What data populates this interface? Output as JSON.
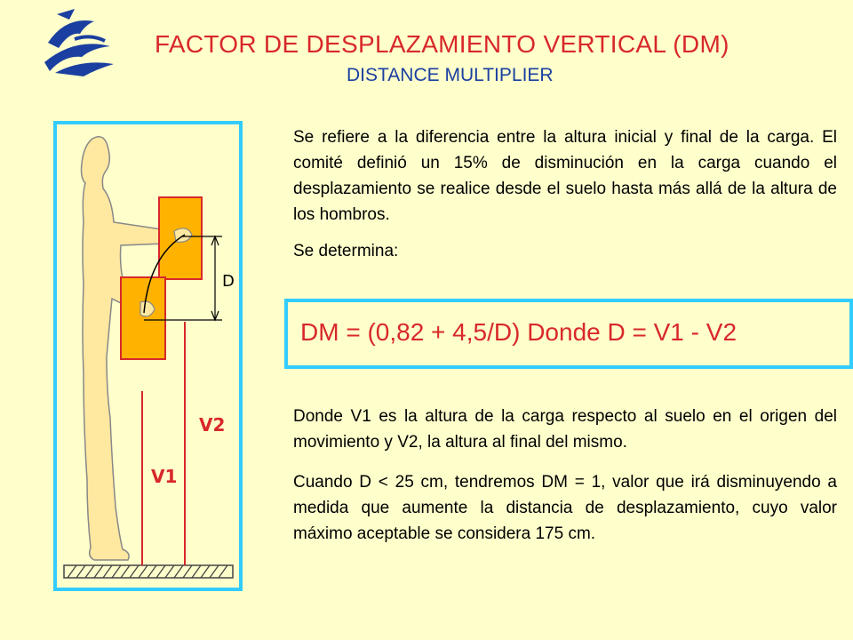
{
  "header": {
    "title": "FACTOR DE DESPLAZAMIENTO VERTICAL (DM)",
    "subtitle": "DISTANCE MULTIPLIER"
  },
  "figure": {
    "v1_label": "V1",
    "v2_label": "V2",
    "d_label": "D"
  },
  "body": {
    "p1": "Se refiere a la diferencia entre la altura inicial y final de la carga. El comité definió un 15% de disminución en la carga cuando el desplazamiento se realice desde el suelo hasta más allá de la altura de los hombros.",
    "p2": "Se determina:",
    "formula": "DM = (0,82 + 4,5/D)  Donde D = V1 - V2",
    "p3": "Donde V1 es la altura de la carga respecto al suelo en el origen del movimiento y V2, la altura al final del mismo.",
    "p4": "Cuando D < 25 cm, tendremos DM = 1, valor que irá disminuyendo a medida que aumente la distancia de desplazamiento, cuyo valor máximo aceptable se considera 175 cm."
  },
  "colors": {
    "background": "#ffffcc",
    "title_red": "#d8282a",
    "subtitle_blue": "#1a3fa0",
    "frame_cyan": "#33ccff",
    "box_orange": "#ffb300"
  }
}
